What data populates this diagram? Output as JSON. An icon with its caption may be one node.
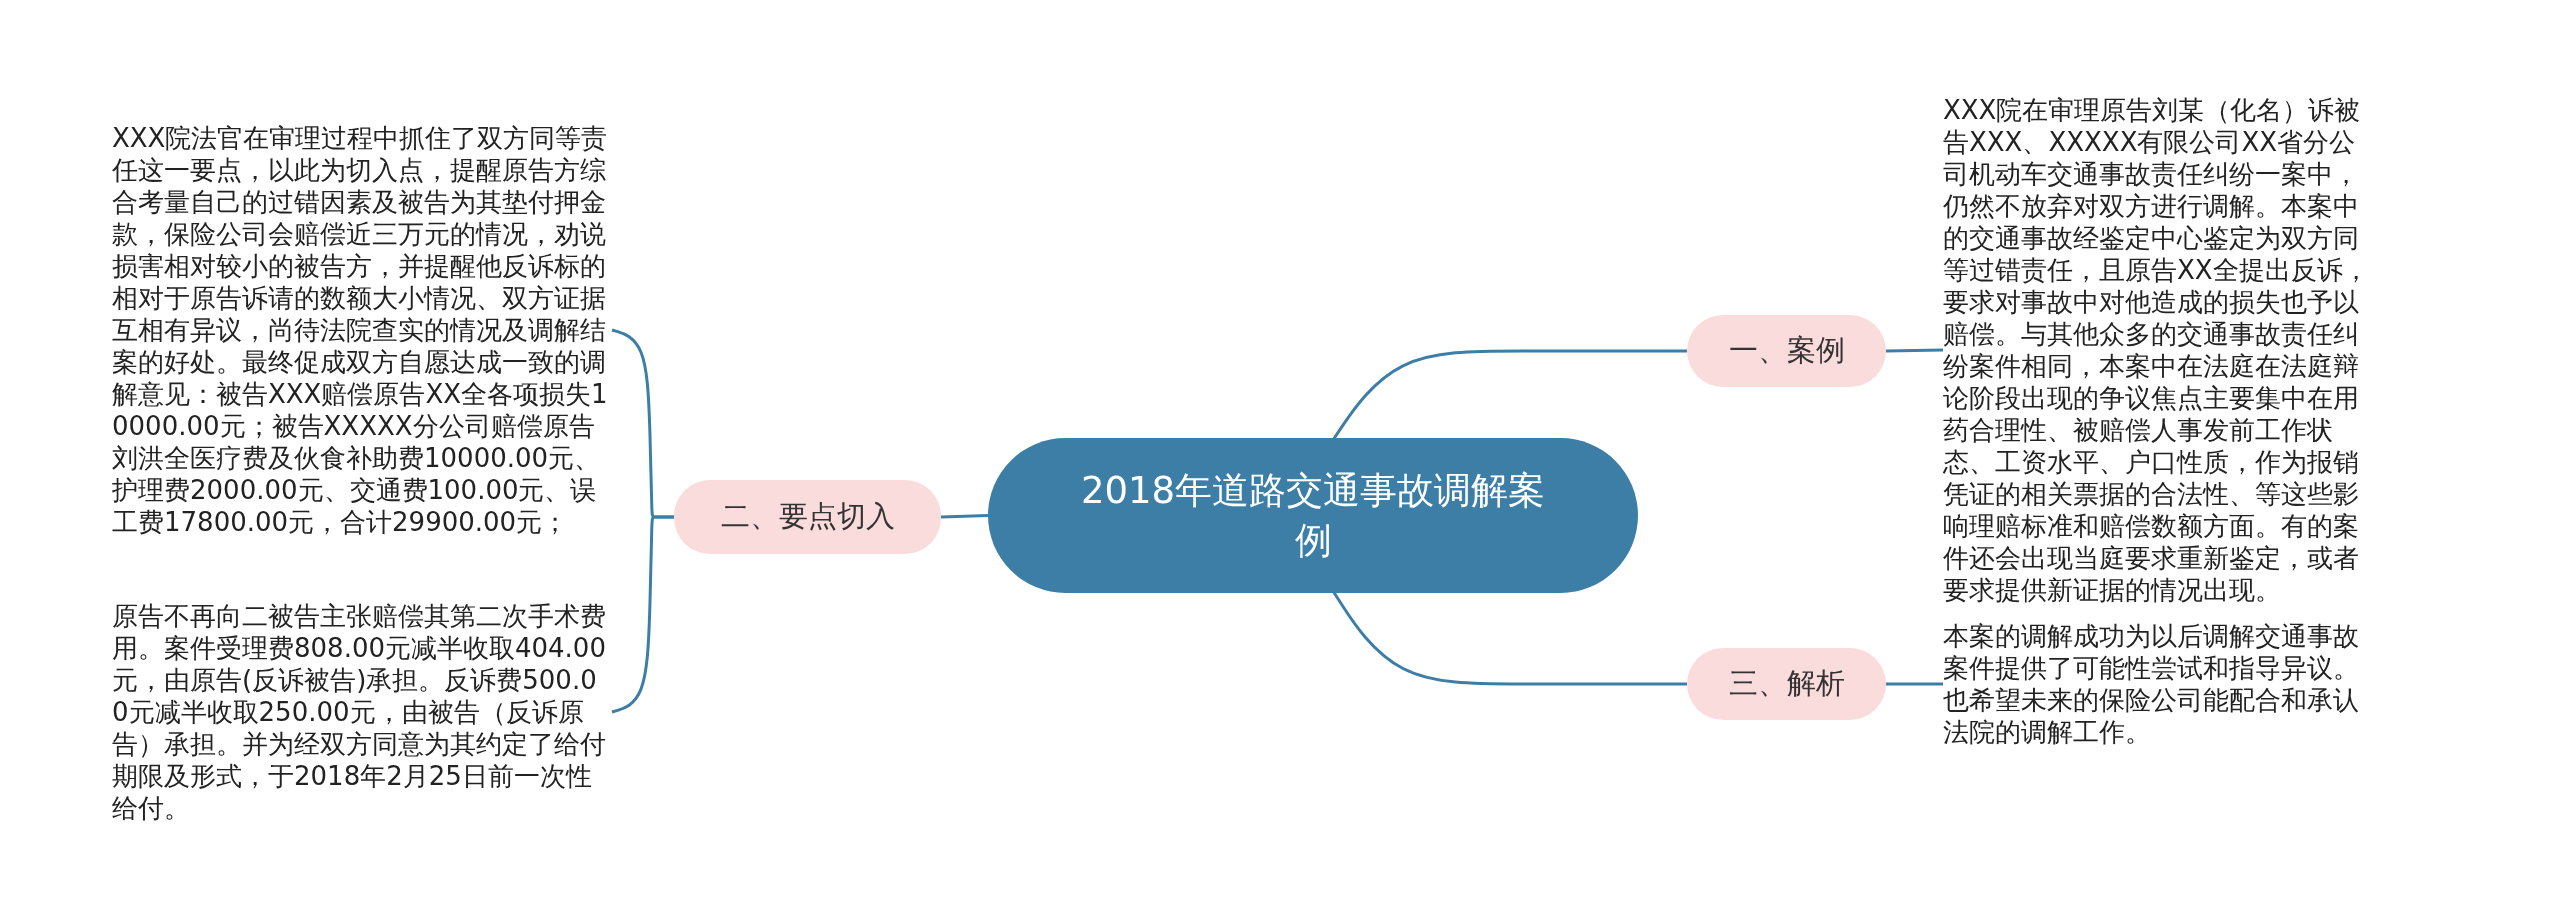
{
  "diagram": {
    "nodes": [
      {
        "text": [
          "2018年道路交通事故调解案例"
        ]
      },
      {
        "text": [
          "一、案例"
        ]
      },
      {
        "text": [
          "XXX院在审理原告刘某（化名）诉被告XXX、XXXXX有限公司XX省分公司机动车交通事故责任纠纷一案中，仍然不放弃对双方进行调解。本案中的交通事故经鉴定中心鉴定为双方同等过错责任，且原告XX全提出反诉，要求对事故中对他造成的损失也予以赔偿。与其他众多的交通事故责任纠纷案件相同，本案中在法庭在法庭辩论阶段出现的争议焦点主要集中在用药合理性、被赔偿人事发前工作状态、工资水平、户口性质，作为报销凭证的相关票据的合法性、等这些影响理赔标准和赔偿数额方面。有的案件还会出现当庭要求重新鉴定，或者要求提供新证据的情况出现。"
        ]
      },
      {
        "text": [
          "三、解析"
        ]
      },
      {
        "text": [
          "本案的调解成功为以后调解交通事故案件提供了可能性尝试和指导异议。也希望未来的保险公司能配合和承认法院的调解工作。"
        ]
      },
      {
        "text": [
          "二、要点切入"
        ]
      },
      {
        "text": [
          "XXX院法官在审理过程中抓住了双方同等责任这一要点，以此为切入点，提醒原告方综合考量自己的过错因素及被告为其垫付押金款，保险公司会赔偿近三万元的情况，劝说损害相对较小的被告方，并提醒他反诉标的相对于原告诉请的数额大小情况、双方证据互相有异议，尚待法院查实的情况及调解结案的好处。最终促成双方自愿达成一致的调解意见：被告XXX赔偿原告XX全各项损失10000.00元；被告XXXXX分公司赔偿原告刘洪全医疗费及伙食补助费10000.00元、护理费2000.00元、交通费100.00元、误工费17800.00元，合计29900.00元；"
        ]
      },
      {
        "text": [
          "原告不再向二被告主张赔偿其第二次手术费用。案件受理费808.00元减半收取404.00元，由原告(反诉被告)承担。反诉费500.00元减半收取250.00元，由被告（反诉原告）承担。并为经双方同意为其约定了给付期限及形式，于2018年2月25日前一次性给付。"
        ]
      }
    ],
    "edges": [
      {
        "from": 0,
        "to": 1,
        "arrow": "none"
      },
      {
        "from": 1,
        "to": 2,
        "arrow": "none"
      },
      {
        "from": 0,
        "to": 3,
        "arrow": "none"
      },
      {
        "from": 3,
        "to": 4,
        "arrow": "none"
      },
      {
        "from": 0,
        "to": 5,
        "arrow": "none"
      },
      {
        "from": 5,
        "to": 6,
        "arrow": "none"
      },
      {
        "from": 5,
        "to": 7,
        "arrow": "none"
      }
    ]
  }
}
